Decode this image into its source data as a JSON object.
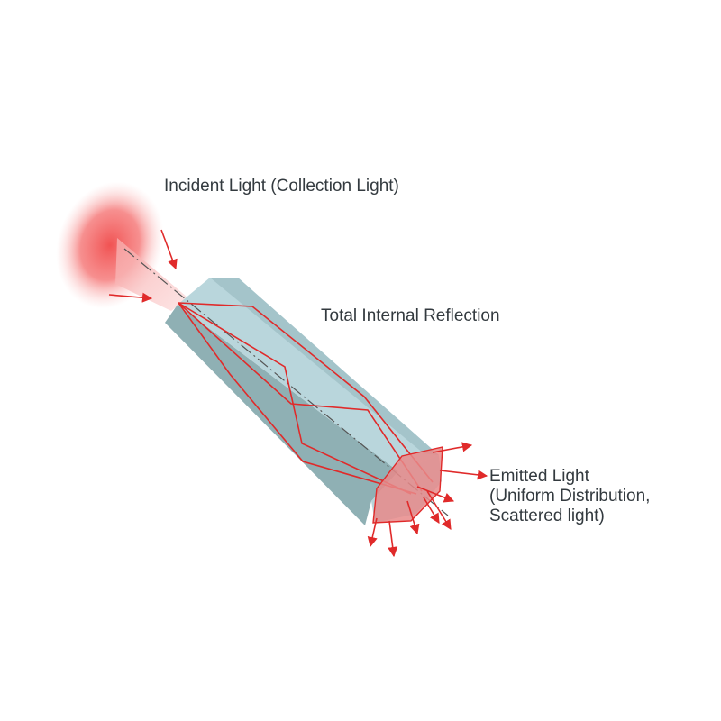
{
  "labels": {
    "incident": "Incident Light (Collection Light)",
    "tir": "Total Internal Reflection",
    "emitted_line1": "Emitted Light",
    "emitted_line2": "(Uniform Distribution,",
    "emitted_line3": "Scattered light)"
  },
  "colors": {
    "rod_top": "#b9d6dc",
    "rod_side": "#8fb0b4",
    "rod_edge": "#a4c4ca",
    "rod_end": "#b7d4d9",
    "light_red": "#e02a2a",
    "glow_red": "#f05a5a",
    "emitted_fill": "#e88a8a",
    "axis": "#555555",
    "text": "#333a3f"
  }
}
